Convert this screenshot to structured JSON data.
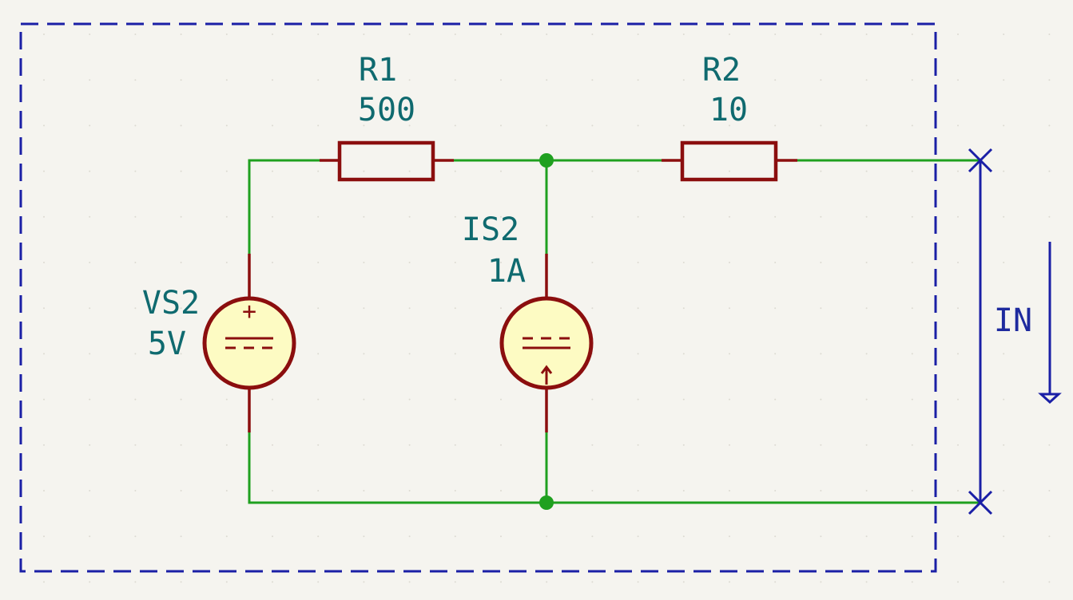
{
  "components": {
    "r1": {
      "ref": "R1",
      "value": "500"
    },
    "r2": {
      "ref": "R2",
      "value": "10"
    },
    "is2": {
      "ref": "IS2",
      "value": "1A"
    },
    "vs2": {
      "ref": "VS2",
      "value": "5V"
    }
  },
  "port": {
    "label": "IN"
  },
  "symbols": {
    "plus": "+",
    "terminal_marker": "x-mark-icon",
    "arrow": "arrow-down-icon"
  },
  "colors": {
    "background": "#f5f4ef",
    "wire": "#1fa01f",
    "component": "#8b0e0e",
    "component_fill": "#fdfbc3",
    "label_text": "#0f6a6f",
    "border": "#1a1fa6"
  }
}
